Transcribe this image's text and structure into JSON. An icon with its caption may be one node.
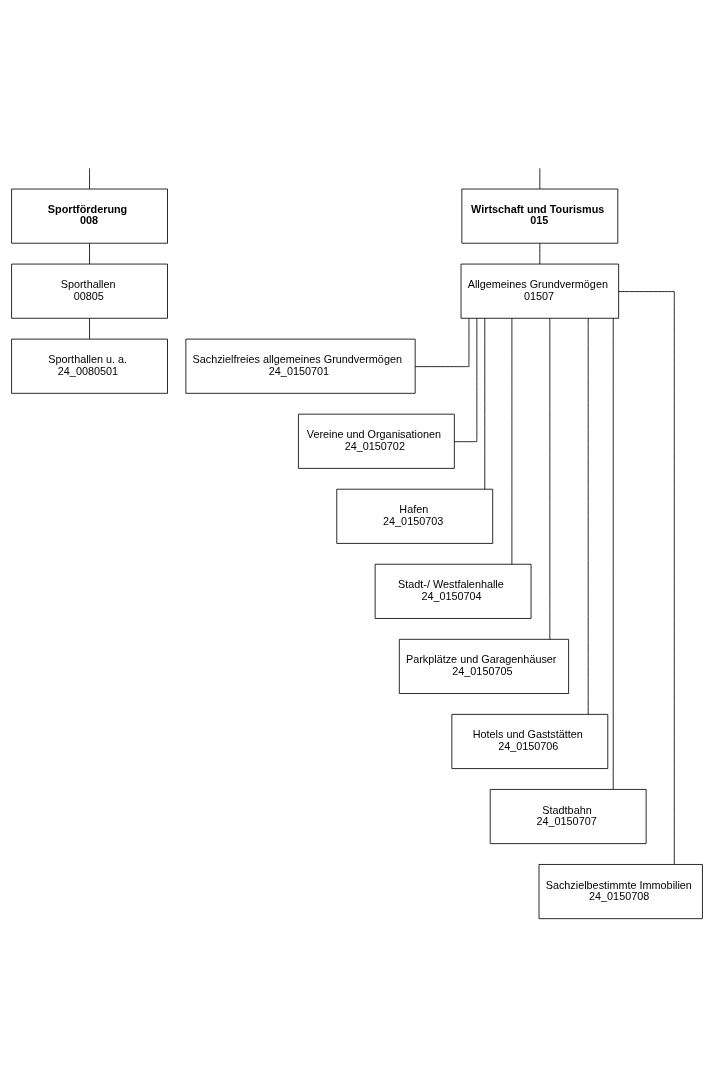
{
  "diagram": {
    "nodes": [
      {
        "text": [
          "Sportförderung",
          "008"
        ]
      },
      {
        "text": [
          "Wirtschaft und Tourismus",
          "015"
        ]
      },
      {
        "text": [
          "Sporthallen",
          "00805"
        ]
      },
      {
        "text": [
          "Allgemeines Grundvermögen",
          "01507"
        ]
      },
      {
        "text": [
          "Sporthallen u. a.",
          "24_0080501"
        ]
      },
      {
        "text": [
          "Sachzielfreies allgemeines Grundvermögen",
          "24_0150701"
        ]
      },
      {
        "text": [
          "Vereine und Organisationen",
          "24_0150702"
        ]
      },
      {
        "text": [
          "Hafen",
          "24_0150703"
        ]
      },
      {
        "text": [
          "Stadt-/ Westfalenhalle",
          "24_0150704"
        ]
      },
      {
        "text": [
          "Parkplätze und Garagenhäuser",
          "24_0150705"
        ]
      },
      {
        "text": [
          "Hotels und Gaststätten",
          "24_0150706"
        ]
      },
      {
        "text": [
          "Stadtbahn",
          "24_0150707"
        ]
      },
      {
        "text": [
          "Sachzielbestimmte Immobilien",
          "24_0150708"
        ]
      }
    ],
    "edges": [
      {
        "from": null,
        "to": 0,
        "arrow": "none"
      },
      {
        "from": null,
        "to": 1,
        "arrow": "none"
      },
      {
        "from": 0,
        "to": 2,
        "arrow": "none"
      },
      {
        "from": 1,
        "to": 3,
        "arrow": "none"
      },
      {
        "from": 2,
        "to": 4,
        "arrow": "none"
      },
      {
        "from": 3,
        "to": 5,
        "arrow": "none"
      },
      {
        "from": 3,
        "to": 6,
        "arrow": "none"
      },
      {
        "from": 3,
        "to": 7,
        "arrow": "none"
      },
      {
        "from": 3,
        "to": 8,
        "arrow": "none"
      },
      {
        "from": 3,
        "to": 9,
        "arrow": "none"
      },
      {
        "from": 3,
        "to": 10,
        "arrow": "none"
      },
      {
        "from": 3,
        "to": 11,
        "arrow": "none"
      },
      {
        "from": 3,
        "to": 12,
        "arrow": "none"
      }
    ]
  }
}
